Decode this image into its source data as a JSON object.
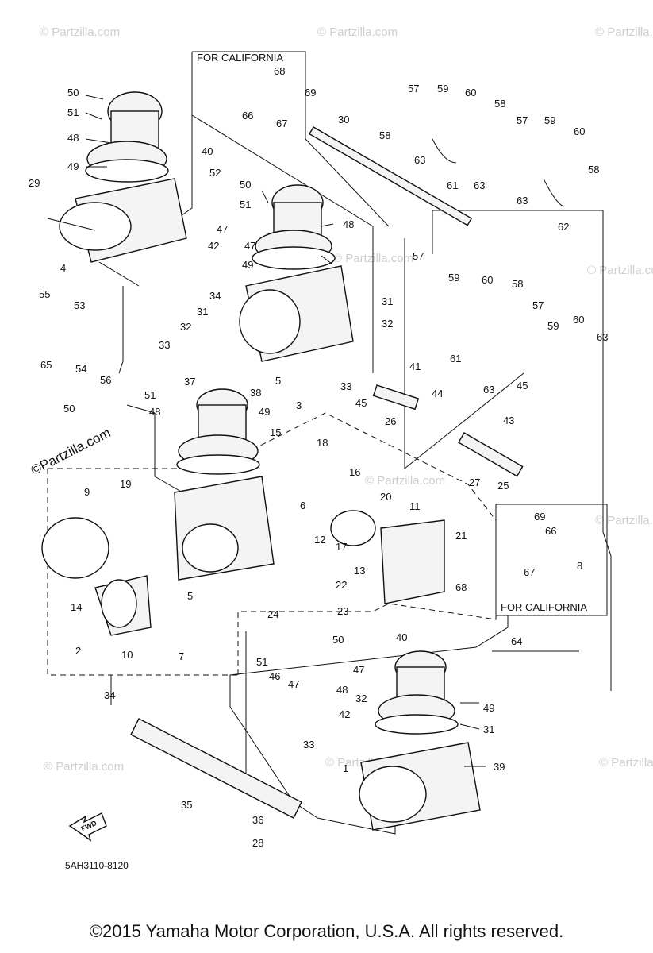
{
  "diagram": {
    "code": "5AH3110-8120",
    "fwd_label": "FWD",
    "brand_watermark": "©Partzilla.com",
    "faint_watermark": "© Partzilla.com",
    "box_labels": {
      "california_top": "FOR CALIFORNIA",
      "california_right": "FOR CALIFORNIA"
    },
    "callouts": [
      "50",
      "51",
      "48",
      "49",
      "29",
      "4",
      "55",
      "53",
      "65",
      "54",
      "56",
      "68",
      "69",
      "66",
      "67",
      "40",
      "52",
      "50",
      "51",
      "47",
      "47",
      "42",
      "34",
      "31",
      "32",
      "33",
      "48",
      "49",
      "31",
      "32",
      "5",
      "3",
      "33",
      "37",
      "38",
      "30",
      "58",
      "57",
      "59",
      "60",
      "58",
      "57",
      "59",
      "60",
      "63",
      "61",
      "63",
      "63",
      "62",
      "58",
      "57",
      "59",
      "60",
      "58",
      "57",
      "59",
      "60",
      "63",
      "61",
      "63",
      "45",
      "41",
      "44",
      "26",
      "45",
      "43",
      "25",
      "27",
      "50",
      "51",
      "48",
      "49",
      "15",
      "18",
      "16",
      "6",
      "9",
      "19",
      "20",
      "11",
      "12",
      "17",
      "13",
      "22",
      "21",
      "68",
      "69",
      "66",
      "67",
      "8",
      "5",
      "14",
      "24",
      "23",
      "7",
      "10",
      "2",
      "34",
      "50",
      "40",
      "64",
      "51",
      "47",
      "46",
      "47",
      "48",
      "49",
      "31",
      "32",
      "42",
      "33",
      "1",
      "39",
      "35",
      "36",
      "28"
    ]
  },
  "copyright": "©2015 Yamaha Motor Corporation, U.S.A. All rights reserved."
}
